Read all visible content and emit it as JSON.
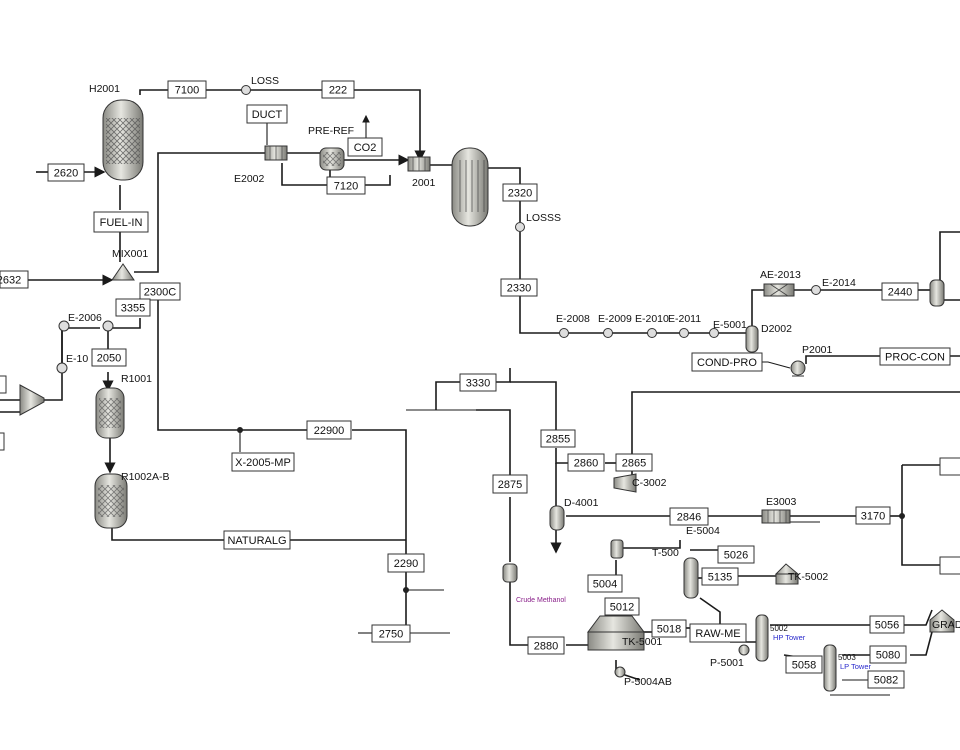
{
  "stream_labels": [
    "7100",
    "222",
    "DUCT",
    "CO2",
    "7120",
    "2620",
    "FUEL-IN",
    "2632",
    "2300C",
    "3355",
    "2050",
    "2320",
    "2330",
    "2440",
    "COND-PRO",
    "PROC-CON",
    "3330",
    "22900",
    "X-2005-MP",
    "2855",
    "2860",
    "2865",
    "2875",
    "2846",
    "3170",
    "NATURALG",
    "2290",
    "2750",
    "5004",
    "5012",
    "5026",
    "5135",
    "5018",
    "RAW-ME",
    "5056",
    "5058",
    "5080",
    "5082",
    "2880"
  ],
  "equipment_labels": [
    "H2001",
    "LOSS",
    "PRE-REF",
    "E2002",
    "2001",
    "LOSSS",
    "MIX001",
    "E-2006",
    "E-10",
    "R1001",
    "R1002A-B",
    "E-2008",
    "E-2009",
    "E-2010",
    "E-2011",
    "E-5001",
    "D2002",
    "AE-2013",
    "E-2014",
    "P2001",
    "D-4001",
    "C-3002",
    "E3003",
    "E-5004",
    "T-500",
    "TK-5001",
    "TK-5002",
    "P-5004AB",
    "P-5001",
    "5002",
    "HP Tower",
    "5003",
    "LP Tower",
    "GRAD",
    "Crude Methanol"
  ],
  "colors": {
    "line": "#1a1a1a",
    "box_border": "#333333",
    "equipment_fill": "#c8c8c0",
    "hp_label": "#2a2acc",
    "crude_label": "#8a208a"
  }
}
